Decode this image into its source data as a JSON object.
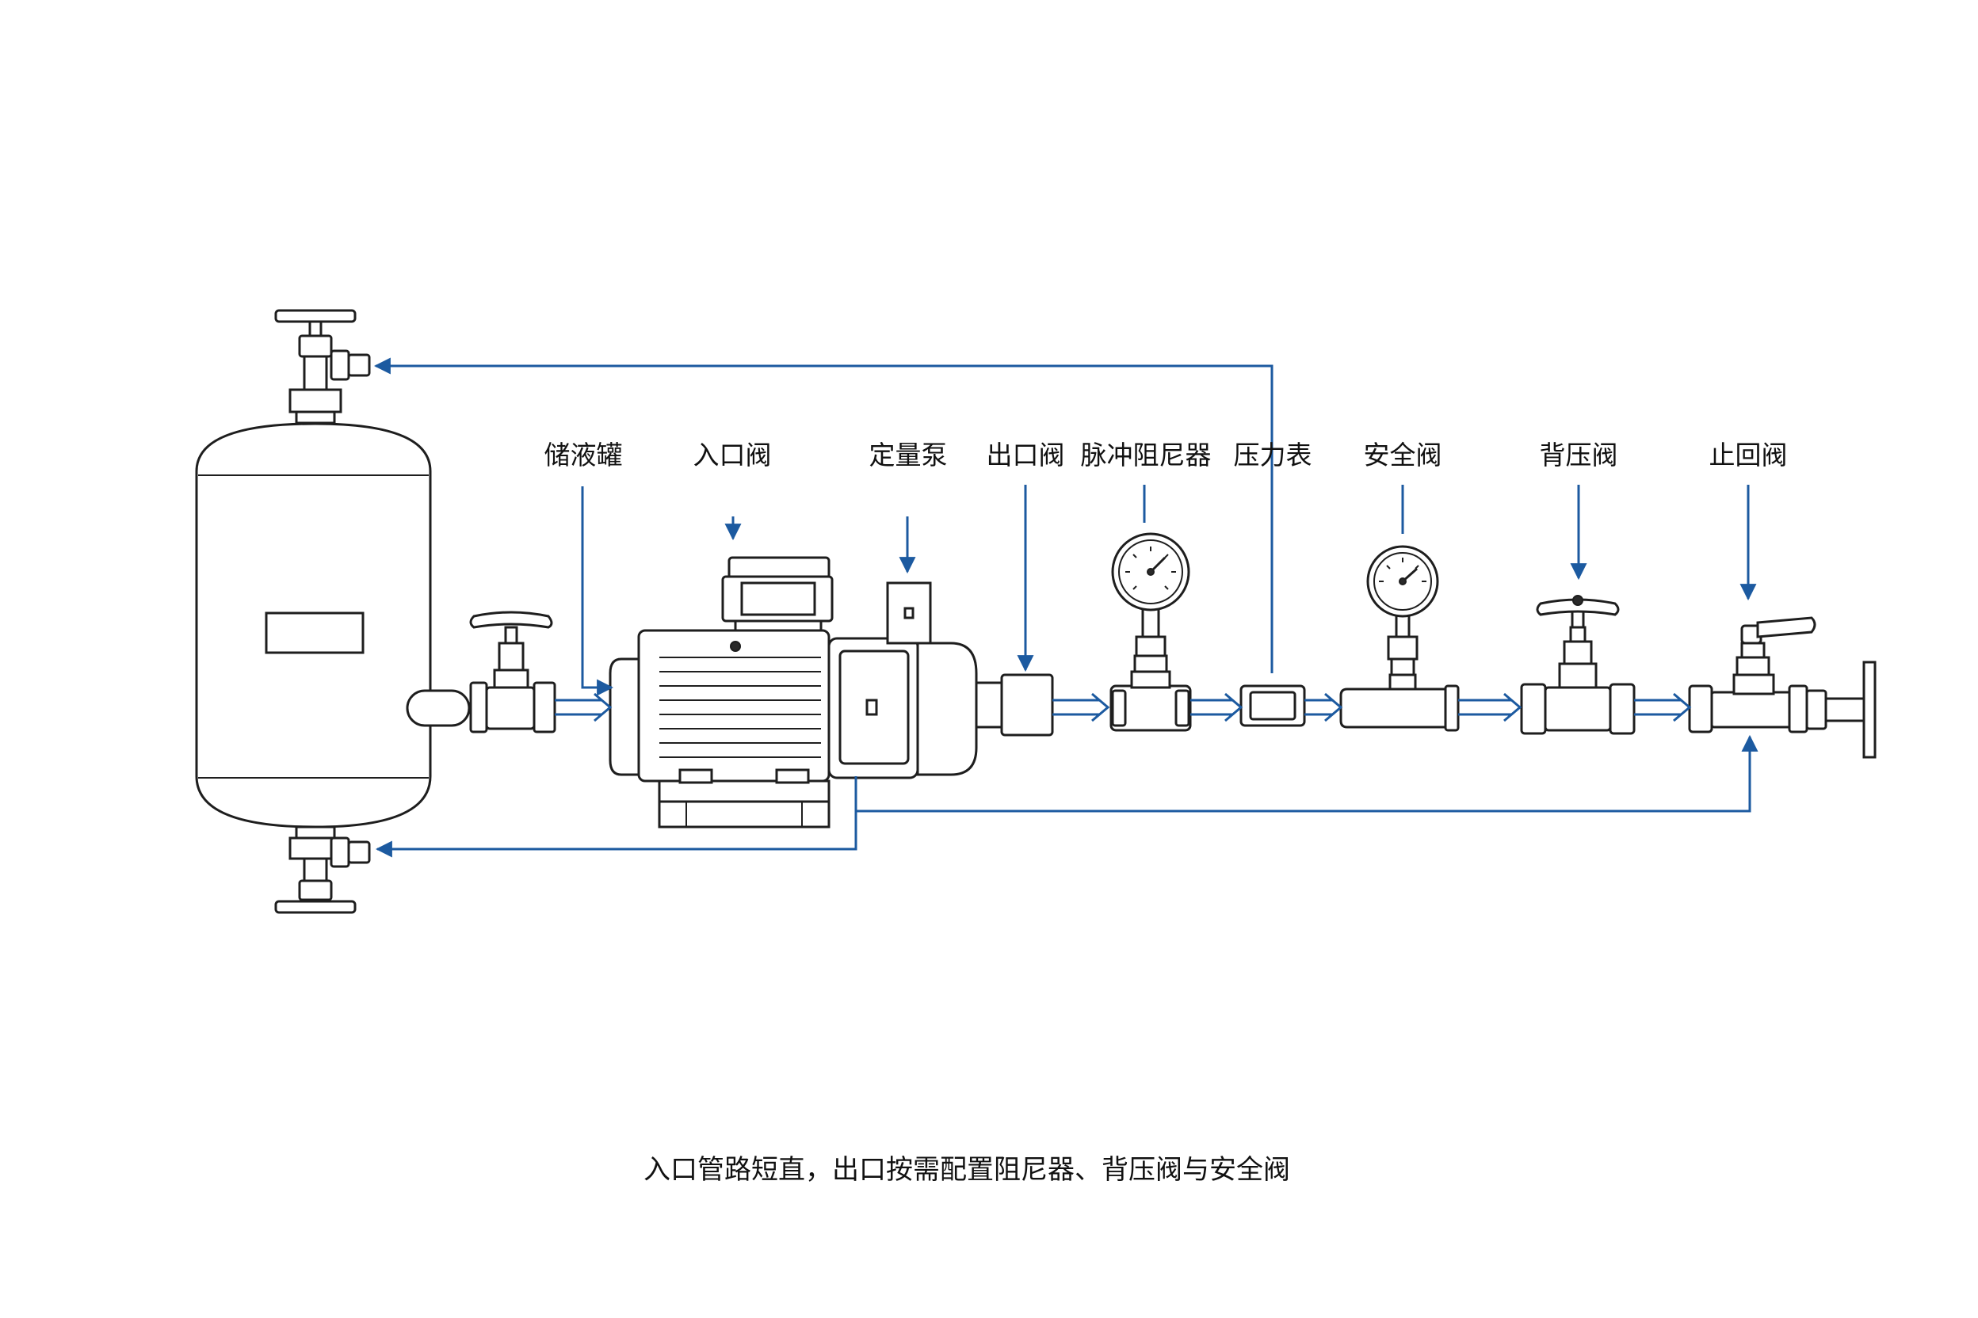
{
  "diagram": {
    "labels": {
      "tank": "储液罐",
      "inlet_valve": "入口阀",
      "metering_pump": "定量泵",
      "outlet_valve": "出口阀",
      "pulsation_damper": "脉冲阻尼器",
      "pressure_gauge": "压力表",
      "safety_valve": "安全阀",
      "back_pressure_valve": "背压阀",
      "check_valve": "止回阀"
    },
    "caption": "入口管路短直，出口按需配置阻尼器、背压阀与安全阀",
    "colors": {
      "line": "#1c5aa0",
      "equipment": "#1e1e1e",
      "background": "#ffffff"
    }
  }
}
